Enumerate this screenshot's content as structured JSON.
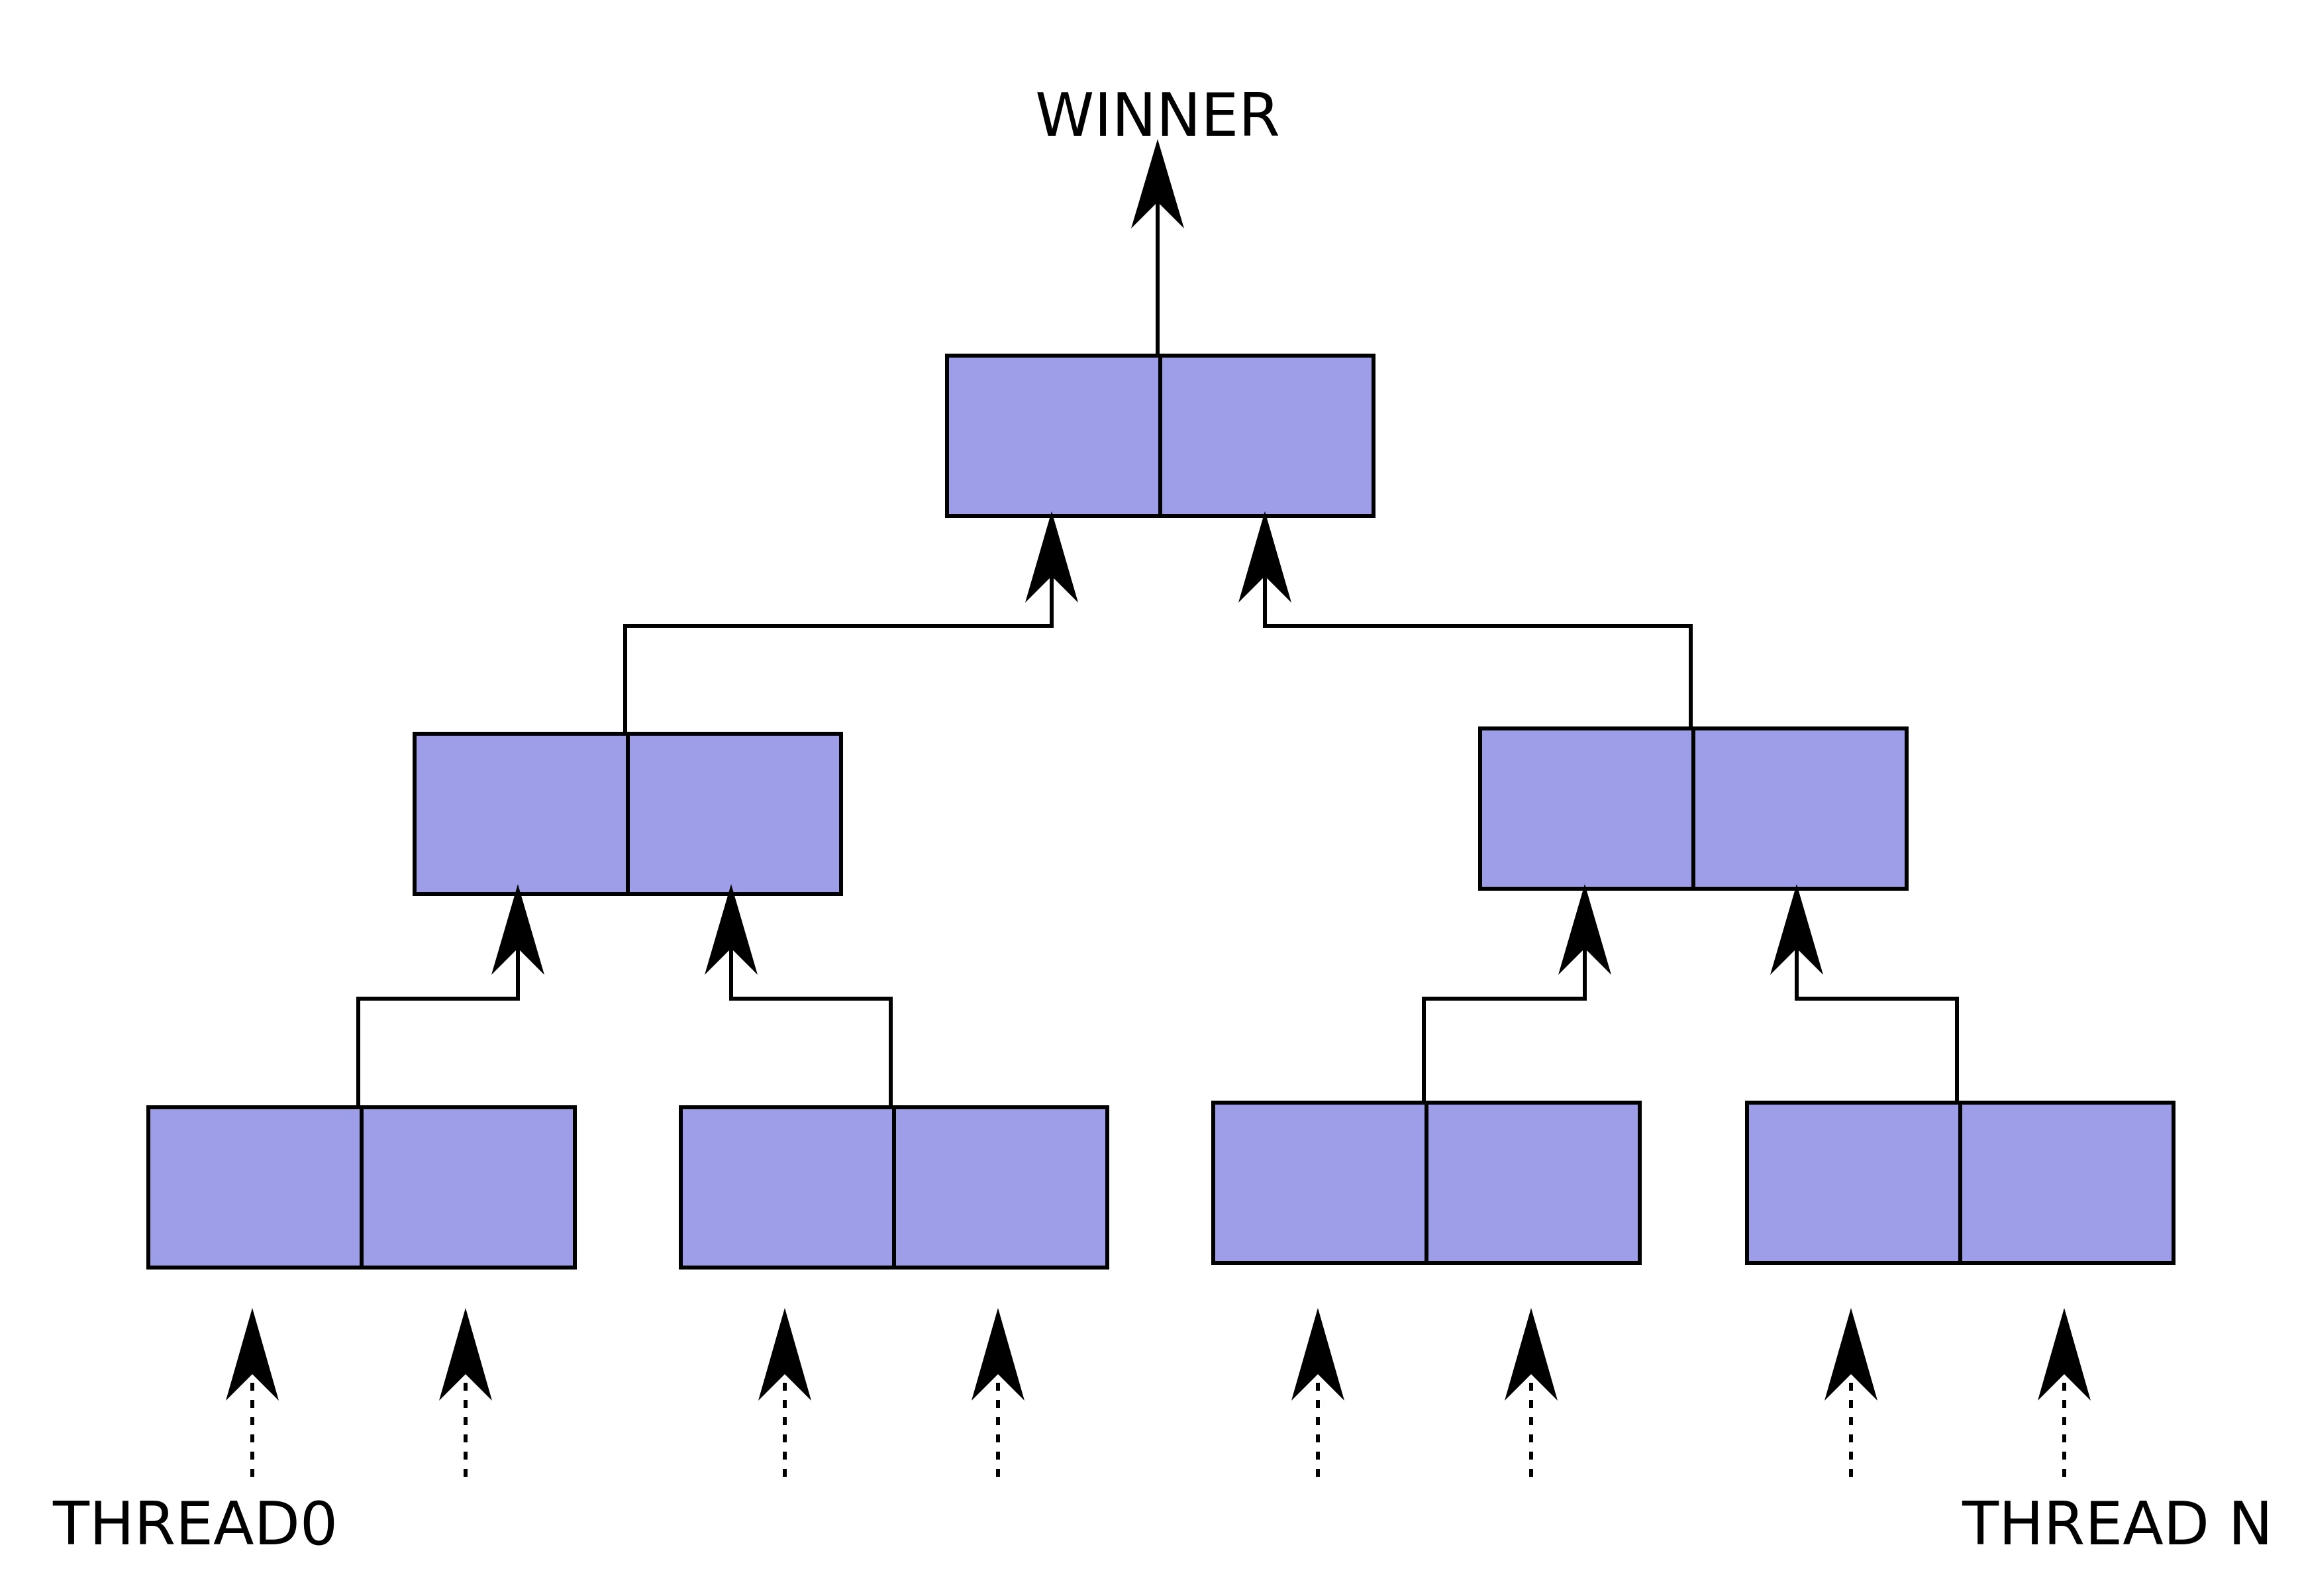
{
  "labels": {
    "top": "WINNER",
    "bottom_left": "THREAD0",
    "bottom_right": "THREAD N"
  },
  "colors": {
    "cell_fill": "#9d9de8",
    "stroke": "#000000",
    "background": "#ffffff"
  },
  "tree": {
    "levels": 3,
    "leaf_nodes": 4,
    "cells_per_node": 2,
    "thread_inputs": 8
  }
}
